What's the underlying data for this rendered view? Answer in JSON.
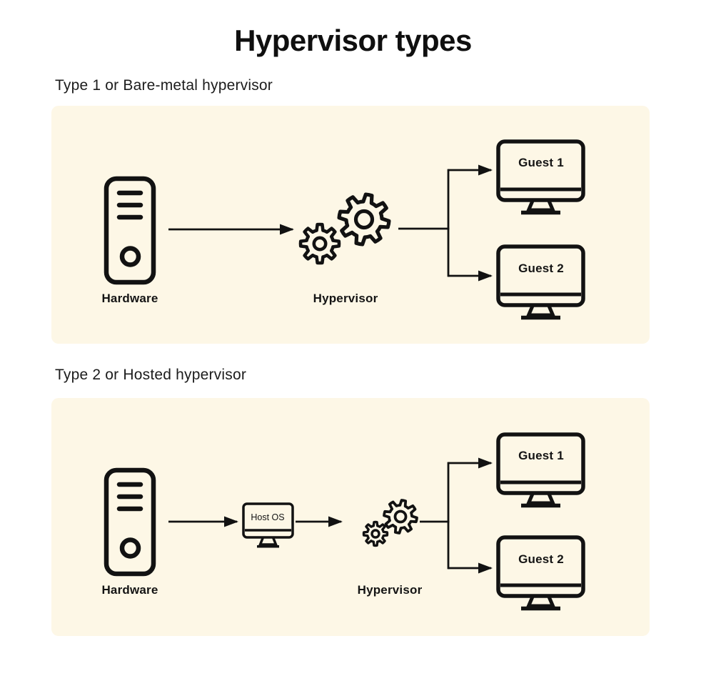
{
  "title": "Hypervisor types",
  "colors": {
    "page_bg": "#FFFFFF",
    "panel_bg": "#FDF7E6",
    "ink": "#121212"
  },
  "sections": [
    {
      "label": "Type 1 or Bare-metal hypervisor",
      "nodes": {
        "hardware": "Hardware",
        "hypervisor": "Hypervisor",
        "guest1": "Guest 1",
        "guest2": "Guest 2"
      }
    },
    {
      "label": "Type 2 or Hosted hypervisor",
      "nodes": {
        "hardware": "Hardware",
        "host_os": "Host OS",
        "hypervisor": "Hypervisor",
        "guest1": "Guest 1",
        "guest2": "Guest 2"
      }
    }
  ]
}
